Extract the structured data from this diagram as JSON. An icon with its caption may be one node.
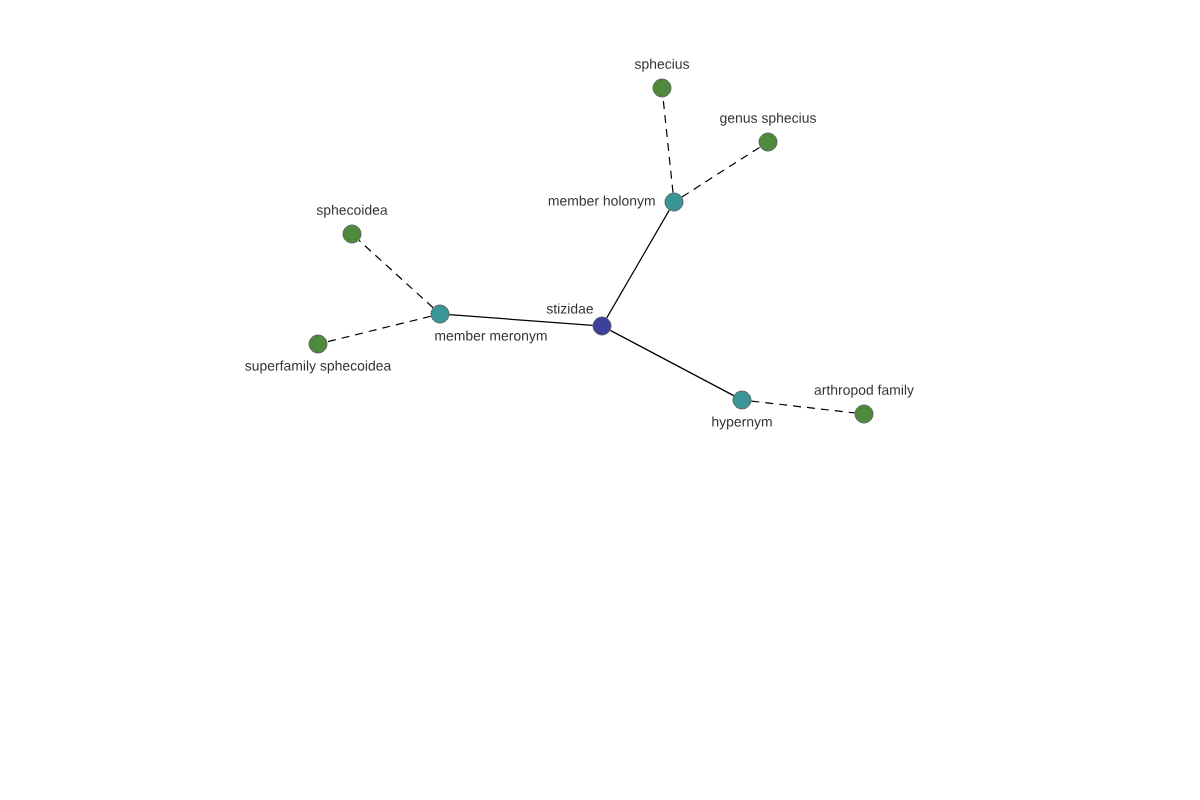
{
  "diagram": {
    "nodes": [
      {
        "text": [
          "stizidae"
        ]
      },
      {
        "text": [
          "member meronym"
        ]
      },
      {
        "text": [
          "sphecoidea"
        ]
      },
      {
        "text": [
          "superfamily sphecoidea"
        ]
      },
      {
        "text": [
          "member holonym"
        ]
      },
      {
        "text": [
          "hypernym"
        ]
      },
      {
        "text": [
          "sphecius"
        ]
      },
      {
        "text": [
          "genus sphecius"
        ]
      },
      {
        "text": [
          "arthropod family"
        ]
      }
    ],
    "edges": [
      {
        "from": 0,
        "to": 1,
        "arrow": "none"
      },
      {
        "from": 0,
        "to": 4,
        "arrow": "none"
      },
      {
        "from": 0,
        "to": 5,
        "arrow": "none"
      },
      {
        "from": 1,
        "to": 2,
        "arrow": "none",
        "style": "dashed"
      },
      {
        "from": 1,
        "to": 3,
        "arrow": "none",
        "style": "dashed"
      },
      {
        "from": 4,
        "to": 6,
        "arrow": "none",
        "style": "dashed"
      },
      {
        "from": 4,
        "to": 7,
        "arrow": "none",
        "style": "dashed"
      },
      {
        "from": 5,
        "to": 8,
        "arrow": "none",
        "style": "dashed"
      }
    ]
  }
}
